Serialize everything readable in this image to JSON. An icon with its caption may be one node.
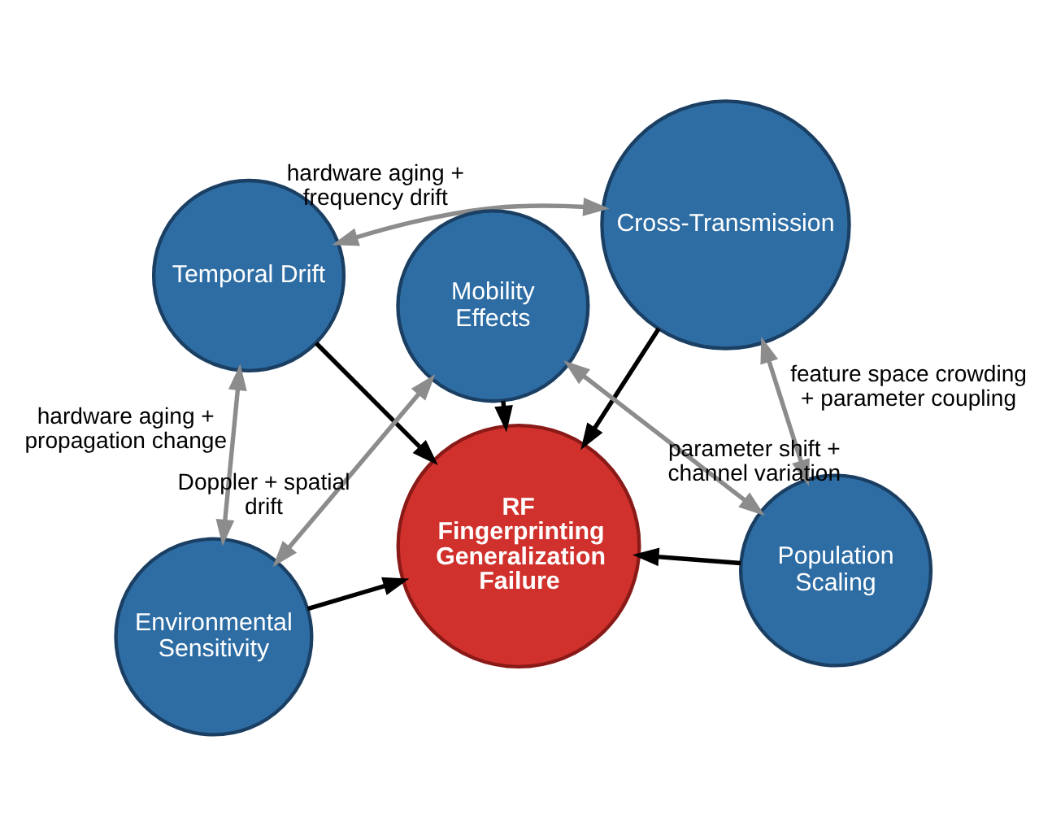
{
  "diagram": {
    "nodes": [
      {
        "text": [
          "Cross-Transmission"
        ]
      },
      {
        "text": [
          "Population Scaling"
        ]
      },
      {
        "text": [
          "RF Fingerprinting Generalization Failure"
        ]
      },
      {
        "text": [
          "Temporal Drift"
        ]
      },
      {
        "text": [
          "Mobility Effects"
        ]
      },
      {
        "text": [
          "Environmental Sensitivity"
        ]
      }
    ],
    "edges": [
      {
        "from": 0,
        "to": 2,
        "arrow": "to"
      },
      {
        "from": 1,
        "to": 2,
        "arrow": "to"
      },
      {
        "from": 3,
        "to": 2,
        "arrow": "to"
      },
      {
        "from": 4,
        "to": 2,
        "arrow": "to"
      },
      {
        "from": 5,
        "to": 2,
        "arrow": "to"
      },
      {
        "from": 1,
        "to": 0,
        "arrow": "both",
        "label": "feature space crowding + parameter coupling",
        "color": "#8c8c8c"
      },
      {
        "from": 0,
        "to": 3,
        "arrow": "both",
        "label": "hardware aging + frequency drift",
        "color": "#8c8c8c"
      },
      {
        "from": 1,
        "to": 4,
        "arrow": "both",
        "label": "parameter shift + channel variation",
        "color": "#8c8c8c"
      },
      {
        "from": 3,
        "to": 5,
        "arrow": "both",
        "label": "hardware aging + propagation change",
        "color": "#8c8c8c"
      },
      {
        "from": 4,
        "to": 5,
        "arrow": "both",
        "label": "Doppler + spatial drift",
        "color": "#8c8c8c"
      }
    ]
  }
}
